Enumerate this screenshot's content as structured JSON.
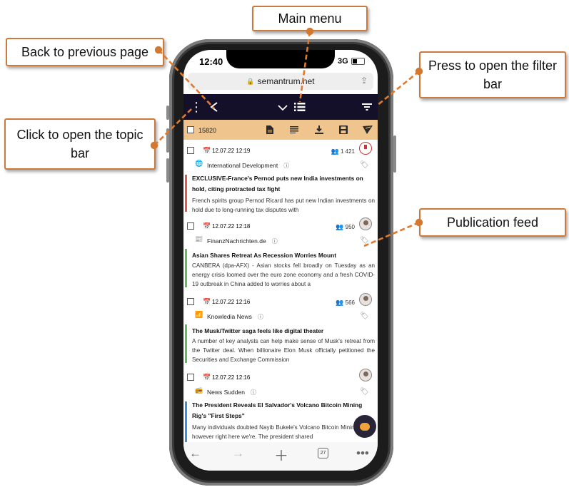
{
  "callouts": {
    "main_menu": "Main menu",
    "back": "Back to previous  page",
    "filter": "Press to open the filter bar",
    "topic": "Click to open the topic bar",
    "feed": "Publication feed"
  },
  "status": {
    "time": "12:40",
    "network": "3G"
  },
  "browser": {
    "url": "semantrum.net",
    "tabs_count": "27"
  },
  "toolbar": {
    "count": "15820"
  },
  "icons": {
    "menu": "vertical-dots-icon",
    "back": "back-arrow-icon",
    "chevron": "chevron-down-icon",
    "list": "list-icon",
    "filter": "filter-icon",
    "document": "document-icon",
    "text": "text-lines-icon",
    "download": "download-icon",
    "save": "save-icon",
    "send": "send-icon"
  },
  "colors": {
    "appbar": "#15102a",
    "toolbar": "#f0c58d",
    "accent": "#c97a3c",
    "bar_red": "#e05a4f",
    "bar_green": "#5cbf5c",
    "bar_blue": "#3d8fe0"
  },
  "feed": [
    {
      "date": "12.07.22 12:19",
      "readers": "1 421",
      "source": "International Development",
      "headline": "EXCLUSIVE-France's Pernod puts new India investments on",
      "headline2": "hold, citing protracted tax fight",
      "body": "French spirits group Pernod Ricard has put new Indian investments on hold due to long-running tax disputes with",
      "bar_color": "#e05a4f"
    },
    {
      "date": "12.07.22 12:18",
      "readers": "950",
      "source": "FinanzNachrichten.de",
      "headline": "Asian Shares Retreat As Recession Worries Mount",
      "headline2": "",
      "body": "CANBERA (dpa-AFX) - Asian stocks fell broadly on Tuesday as an energy crisis loomed over the euro zone economy and a fresh COVID-19 outbreak in China added to worries about a",
      "bar_color": "#5cbf5c"
    },
    {
      "date": "12.07.22 12:16",
      "readers": "566",
      "source": "Knowledia News",
      "headline": "The Musk/Twitter saga feels like digital theater",
      "headline2": "",
      "body": "A number of key analysts can help make sense of Musk's retreat from the Twitter deal. When billionaire Elon Musk officially petitioned the Securities and Exchange Commission",
      "bar_color": "#5cbf5c"
    },
    {
      "date": "12.07.22 12:16",
      "readers": "",
      "source": "News Sudden",
      "headline": "The President Reveals El Salvador's Volcano Bitcoin Mining",
      "headline2": "Rig's \"First Steps\"",
      "body": "Many individuals doubted Nayib Bukele's Volcano Bitcoin Mining plans, however right here we're. The president shared",
      "bar_color": "#3d8fe0"
    }
  ]
}
